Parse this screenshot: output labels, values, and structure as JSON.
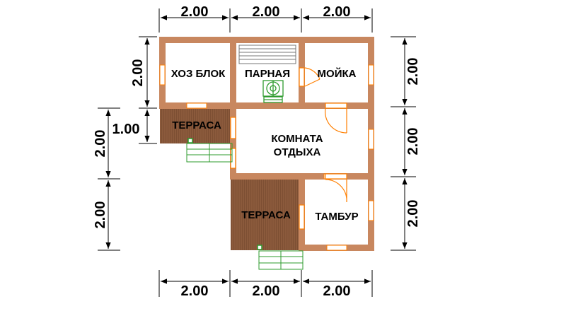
{
  "rooms": {
    "hoz_blok": "ХОЗ БЛОК",
    "parnaya": "ПАРНАЯ",
    "moika": "МОЙКА",
    "terrace_top": "ТЕРРАСА",
    "komnata_line1": "КОМНАТА",
    "komnata_line2": "ОТДЫХА",
    "terrace_bottom": "ТЕРРАСА",
    "tambur": "ТАМБУР"
  },
  "dimensions": {
    "top": [
      "2.00",
      "2.00",
      "2.00"
    ],
    "bottom": [
      "2.00",
      "2.00",
      "2.00"
    ],
    "left_outer": [
      "2.00",
      "2.00"
    ],
    "left_inner": [
      "2.00",
      "1.00"
    ],
    "right": [
      "2.00",
      "2.00",
      "2.00"
    ]
  },
  "colors": {
    "wall": "#c8875f",
    "terrace": "#8b5a3c",
    "door": "#ff7f00",
    "furniture": "#2e9b2e",
    "window": "#ffffff"
  }
}
